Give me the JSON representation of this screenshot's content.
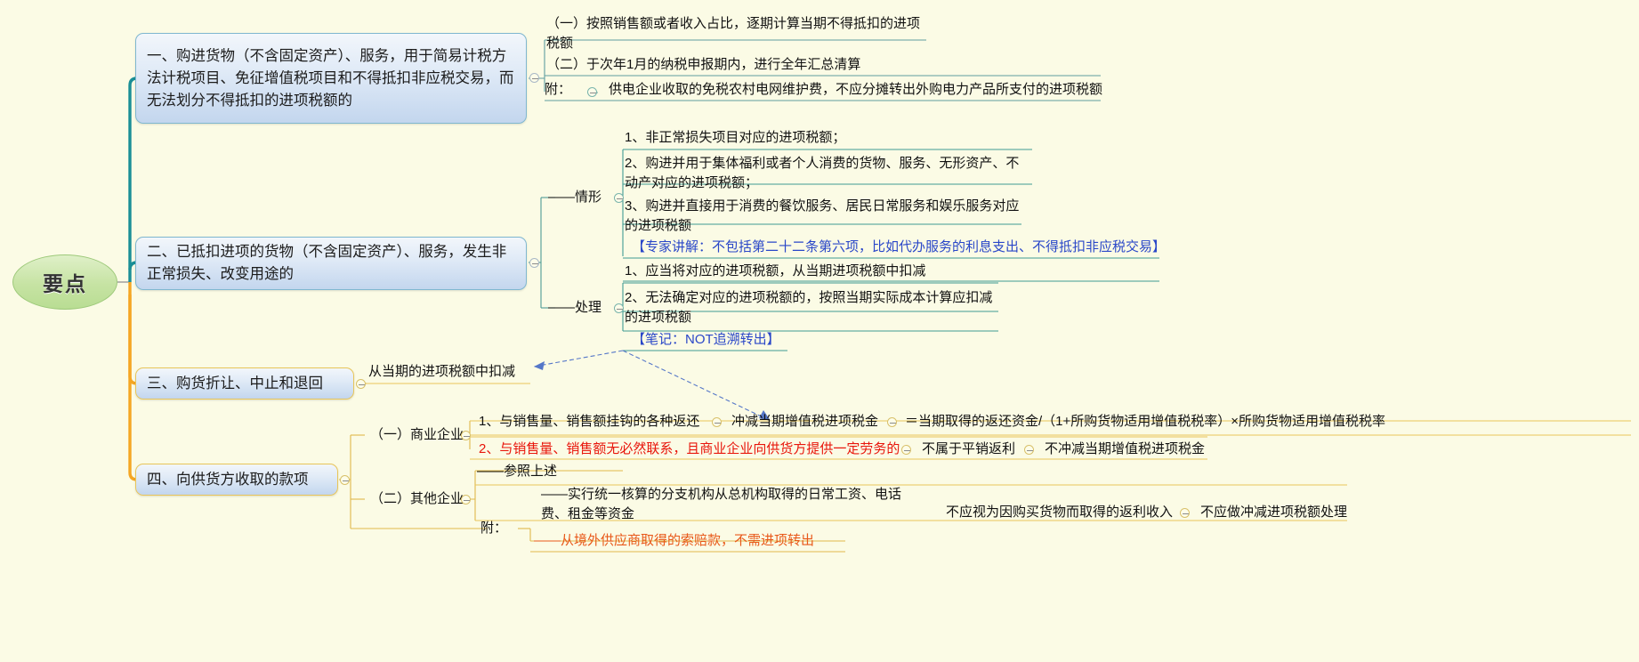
{
  "meta": {
    "background": "#fbfbe5",
    "accent_teal": "#1a8f96",
    "accent_gold": "#f5a623",
    "blue_text": "#2a47c8",
    "red_text": "#e8160c",
    "orange_text": "#e8591a"
  },
  "root": {
    "label": "要点"
  },
  "branches": [
    {
      "id": "b1",
      "label": "一、购进货物（不含固定资产）、服务，用于简易计税方法计税项目、免征增值税项目和不得抵扣非应税交易，而无法划分不得抵扣的进项税额的",
      "children": [
        {
          "id": "b1c1",
          "label": "（一）按照销售额或者收入占比，逐期计算当期不得抵扣的进项税额"
        },
        {
          "id": "b1c2",
          "label": "（二）于次年1月的纳税申报期内，进行全年汇总清算"
        },
        {
          "id": "b1c3",
          "label": "附：",
          "note": "供电企业收取的免税农村电网维护费，不应分摊转出外购电力产品所支付的进项税额"
        }
      ]
    },
    {
      "id": "b2",
      "label": "二、已抵扣进项的货物（不含固定资产）、服务，发生非正常损失、改变用途的",
      "groups": [
        {
          "id": "b2g1",
          "label": "——情形",
          "items": [
            {
              "id": "b2g1i1",
              "label": "1、非正常损失项目对应的进项税额；",
              "style": "plain"
            },
            {
              "id": "b2g1i2",
              "label": "2、购进并用于集体福利或者个人消费的货物、服务、无形资产、不动产对应的进项税额；",
              "style": "plain"
            },
            {
              "id": "b2g1i3",
              "label": "3、购进并直接用于消费的餐饮服务、居民日常服务和娱乐服务对应的进项税额",
              "style": "plain"
            },
            {
              "id": "b2g1i4",
              "label": "【专家讲解：不包括第二十二条第六项，比如代办服务的利息支出、不得抵扣非应税交易】",
              "style": "blue"
            }
          ]
        },
        {
          "id": "b2g2",
          "label": "——处理",
          "items": [
            {
              "id": "b2g2i1",
              "label": "1、应当将对应的进项税额，从当期进项税额中扣减",
              "style": "plain"
            },
            {
              "id": "b2g2i2",
              "label": "2、无法确定对应的进项税额的，按照当期实际成本计算应扣减的进项税额",
              "style": "plain"
            },
            {
              "id": "b2g2i3",
              "label": "【笔记：NOT追溯转出】",
              "style": "blue"
            }
          ]
        }
      ]
    },
    {
      "id": "b3",
      "label": "三、购货折让、中止和退回",
      "children": [
        {
          "id": "b3c1",
          "label": "从当期的进项税额中扣减"
        }
      ]
    },
    {
      "id": "b4",
      "label": "四、向供货方收取的款项",
      "groups": [
        {
          "id": "b4g1",
          "label": "（一）商业企业",
          "items": [
            {
              "id": "b4g1i1",
              "label": "1、与销售量、销售额挂钩的各种返还",
              "style": "plain",
              "next": "冲减当期增值税进项税金",
              "next2": "＝当期取得的返还资金/（1+所购货物适用增值税税率）×所购货物适用增值税税率"
            },
            {
              "id": "b4g1i2",
              "label": "2、与销售量、销售额无必然联系，且商业企业向供货方提供一定劳务的",
              "style": "red",
              "next": "不属于平销返利",
              "next2": "不冲减当期增值税进项税金"
            }
          ]
        },
        {
          "id": "b4g2",
          "label": "（二）其他企业",
          "items": [
            {
              "id": "b4g2i1",
              "label": "——参照上述",
              "style": "plain"
            },
            {
              "id": "b4g2i2",
              "label": "——实行统一核算的分支机构从总机构取得的日常工资、电话费、租金等资金",
              "style": "plain",
              "next": "不应视为因购买货物而取得的返利收入",
              "next2": "不应做冲减进项税额处理"
            }
          ]
        },
        {
          "id": "b4g3",
          "label": "附：",
          "items": [
            {
              "id": "b4g3i1",
              "label": "——从境外供应商取得的索赔款，不需进项转出",
              "style": "orange"
            }
          ]
        }
      ]
    }
  ]
}
